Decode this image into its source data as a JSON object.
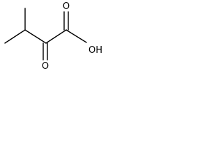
{
  "structure": {
    "atoms": [
      {
        "id": "o_carbonyl",
        "label": "O"
      },
      {
        "id": "o_hydroxyl",
        "label": "OH"
      },
      {
        "id": "o_ketone",
        "label": "O"
      }
    ]
  }
}
